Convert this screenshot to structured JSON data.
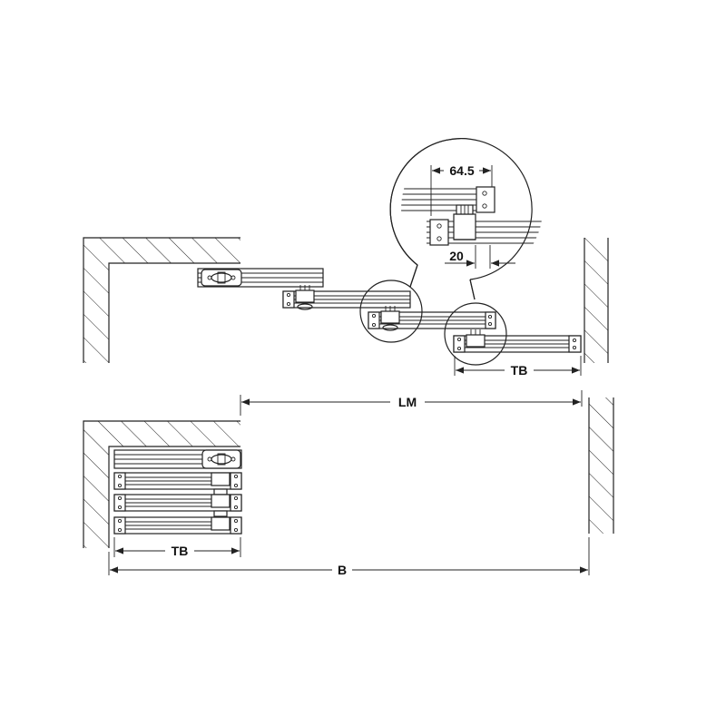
{
  "diagram": {
    "labels": {
      "detail_width": "64.5",
      "detail_offset": "20",
      "track_extended": "TB",
      "opening_length": "LM",
      "track_stacked": "TB",
      "total_width": "B"
    },
    "line_color": "#222222",
    "background": "#ffffff"
  }
}
